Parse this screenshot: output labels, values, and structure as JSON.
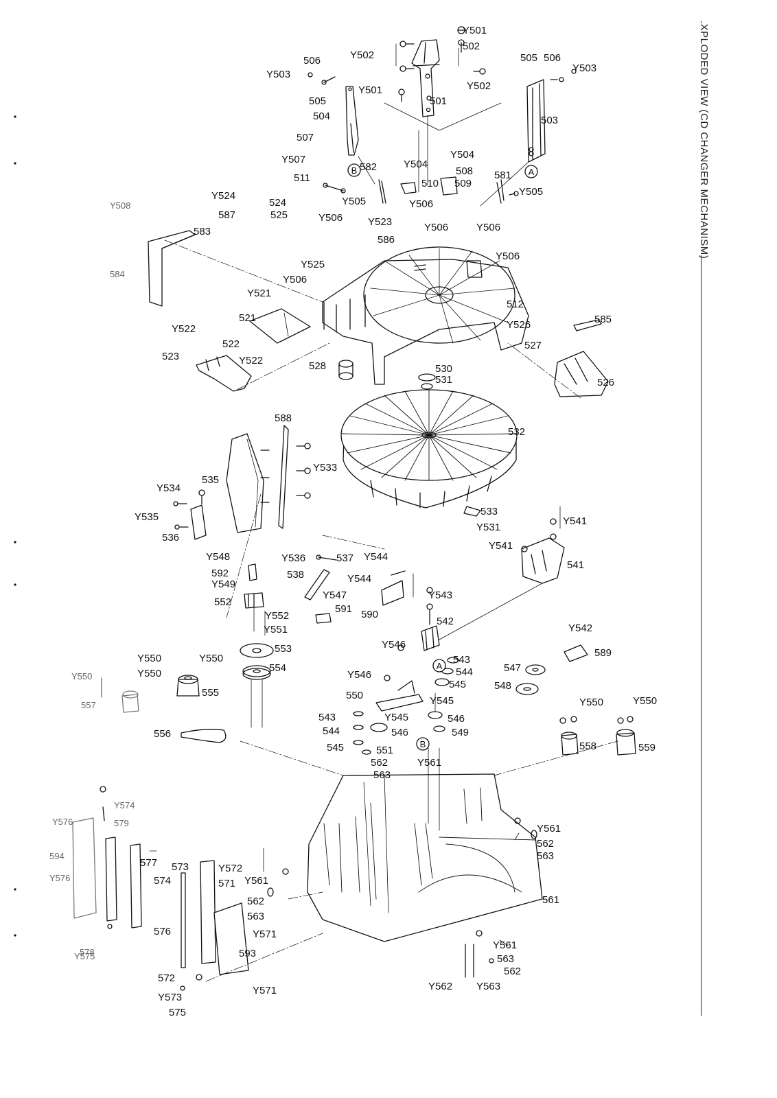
{
  "page": {
    "side_title": ".XPLODED VIEW (CD CHANGER MECHANISM)"
  },
  "callouts": [
    {
      "id": "c01",
      "text": "Y501"
    },
    {
      "id": "c02",
      "text": "Y502"
    },
    {
      "id": "c03",
      "text": "502"
    },
    {
      "id": "c04",
      "text": "506"
    },
    {
      "id": "c05",
      "text": "Y503"
    },
    {
      "id": "c06",
      "text": "505"
    },
    {
      "id": "c07",
      "text": "Y501"
    },
    {
      "id": "c08",
      "text": "Y502"
    },
    {
      "id": "c09",
      "text": "501"
    },
    {
      "id": "c10",
      "text": "504"
    },
    {
      "id": "c11",
      "text": "505"
    },
    {
      "id": "c12",
      "text": "506"
    },
    {
      "id": "c13",
      "text": "Y503"
    },
    {
      "id": "c14",
      "text": "503"
    },
    {
      "id": "c15",
      "text": "507"
    },
    {
      "id": "c16",
      "text": "Y507"
    },
    {
      "id": "c17",
      "text": "582"
    },
    {
      "id": "c18",
      "text": "Y504"
    },
    {
      "id": "c19",
      "text": "Y504"
    },
    {
      "id": "c20",
      "text": "508"
    },
    {
      "id": "c21",
      "text": "511"
    },
    {
      "id": "c22",
      "text": "510"
    },
    {
      "id": "c23",
      "text": "509"
    },
    {
      "id": "c24",
      "text": "581"
    },
    {
      "id": "c25",
      "text": "Y505"
    },
    {
      "id": "c26",
      "text": "Y505"
    },
    {
      "id": "c27",
      "text": "Y506"
    },
    {
      "id": "c28",
      "text": "Y524"
    },
    {
      "id": "c29",
      "text": "524"
    },
    {
      "id": "c30",
      "text": "525"
    },
    {
      "id": "c31",
      "text": "587"
    },
    {
      "id": "c32",
      "text": "Y508"
    },
    {
      "id": "c33",
      "text": "583"
    },
    {
      "id": "c34",
      "text": "Y506"
    },
    {
      "id": "c35",
      "text": "Y523"
    },
    {
      "id": "c36",
      "text": "586"
    },
    {
      "id": "c37",
      "text": "Y506"
    },
    {
      "id": "c38",
      "text": "Y506"
    },
    {
      "id": "c39",
      "text": "Y506"
    },
    {
      "id": "c40",
      "text": "Y525"
    },
    {
      "id": "c41",
      "text": "584"
    },
    {
      "id": "c42",
      "text": "Y506"
    },
    {
      "id": "c43",
      "text": "Y521"
    },
    {
      "id": "c44",
      "text": "512"
    },
    {
      "id": "c45",
      "text": "521"
    },
    {
      "id": "c46",
      "text": "Y526"
    },
    {
      "id": "c47",
      "text": "585"
    },
    {
      "id": "c48",
      "text": "Y522"
    },
    {
      "id": "c49",
      "text": "522"
    },
    {
      "id": "c50",
      "text": "527"
    },
    {
      "id": "c51",
      "text": "523"
    },
    {
      "id": "c52",
      "text": "Y522"
    },
    {
      "id": "c53",
      "text": "528"
    },
    {
      "id": "c54",
      "text": "530"
    },
    {
      "id": "c55",
      "text": "531"
    },
    {
      "id": "c56",
      "text": "526"
    },
    {
      "id": "c57",
      "text": "588"
    },
    {
      "id": "c58",
      "text": "532"
    },
    {
      "id": "c59",
      "text": "Y533"
    },
    {
      "id": "c60",
      "text": "535"
    },
    {
      "id": "c61",
      "text": "Y534"
    },
    {
      "id": "c62",
      "text": "Y535"
    },
    {
      "id": "c63",
      "text": "536"
    },
    {
      "id": "c64",
      "text": "533"
    },
    {
      "id": "c65",
      "text": "Y531"
    },
    {
      "id": "c66",
      "text": "Y541"
    },
    {
      "id": "c67",
      "text": "Y541"
    },
    {
      "id": "c68",
      "text": "541"
    },
    {
      "id": "c69",
      "text": "Y548"
    },
    {
      "id": "c70",
      "text": "Y536"
    },
    {
      "id": "c71",
      "text": "537"
    },
    {
      "id": "c72",
      "text": "Y544"
    },
    {
      "id": "c73",
      "text": "592"
    },
    {
      "id": "c74",
      "text": "Y549"
    },
    {
      "id": "c75",
      "text": "538"
    },
    {
      "id": "c76",
      "text": "Y544"
    },
    {
      "id": "c77",
      "text": "Y543"
    },
    {
      "id": "c78",
      "text": "Y547"
    },
    {
      "id": "c79",
      "text": "552"
    },
    {
      "id": "c80",
      "text": "591"
    },
    {
      "id": "c81",
      "text": "590"
    },
    {
      "id": "c82",
      "text": "Y552"
    },
    {
      "id": "c83",
      "text": "Y551"
    },
    {
      "id": "c84",
      "text": "542"
    },
    {
      "id": "c85",
      "text": "553"
    },
    {
      "id": "c86",
      "text": "Y542"
    },
    {
      "id": "c87",
      "text": "589"
    },
    {
      "id": "c88",
      "text": "Y550"
    },
    {
      "id": "c89",
      "text": "Y550"
    },
    {
      "id": "c90",
      "text": "554"
    },
    {
      "id": "c91",
      "text": "Y546"
    },
    {
      "id": "c92",
      "text": "543"
    },
    {
      "id": "c93",
      "text": "544"
    },
    {
      "id": "c94",
      "text": "547"
    },
    {
      "id": "c95",
      "text": "Y550"
    },
    {
      "id": "c96",
      "text": "Y550"
    },
    {
      "id": "c97",
      "text": "Y546"
    },
    {
      "id": "c98",
      "text": "545"
    },
    {
      "id": "c99",
      "text": "548"
    },
    {
      "id": "c100",
      "text": "555"
    },
    {
      "id": "c101",
      "text": "557"
    },
    {
      "id": "c102",
      "text": "550"
    },
    {
      "id": "c103",
      "text": "Y545"
    },
    {
      "id": "c104",
      "text": "Y550"
    },
    {
      "id": "c105",
      "text": "Y550"
    },
    {
      "id": "c106",
      "text": "543"
    },
    {
      "id": "c107",
      "text": "Y545"
    },
    {
      "id": "c108",
      "text": "546"
    },
    {
      "id": "c109",
      "text": "544"
    },
    {
      "id": "c110",
      "text": "546"
    },
    {
      "id": "c111",
      "text": "549"
    },
    {
      "id": "c112",
      "text": "556"
    },
    {
      "id": "c113",
      "text": "558"
    },
    {
      "id": "c114",
      "text": "559"
    },
    {
      "id": "c115",
      "text": "545"
    },
    {
      "id": "c116",
      "text": "551"
    },
    {
      "id": "c117",
      "text": "562"
    },
    {
      "id": "c118",
      "text": "Y561"
    },
    {
      "id": "c119",
      "text": "563"
    },
    {
      "id": "c120",
      "text": "Y574"
    },
    {
      "id": "c121",
      "text": "Y576"
    },
    {
      "id": "c122",
      "text": "579"
    },
    {
      "id": "c123",
      "text": "Y561"
    },
    {
      "id": "c124",
      "text": "562"
    },
    {
      "id": "c125",
      "text": "563"
    },
    {
      "id": "c126",
      "text": "594"
    },
    {
      "id": "c127",
      "text": "577"
    },
    {
      "id": "c128",
      "text": "Y576"
    },
    {
      "id": "c129",
      "text": "574"
    },
    {
      "id": "c130",
      "text": "573"
    },
    {
      "id": "c131",
      "text": "Y572"
    },
    {
      "id": "c132",
      "text": "Y561"
    },
    {
      "id": "c133",
      "text": "571"
    },
    {
      "id": "c134",
      "text": "562"
    },
    {
      "id": "c135",
      "text": "561"
    },
    {
      "id": "c136",
      "text": "563"
    },
    {
      "id": "c137",
      "text": "576"
    },
    {
      "id": "c138",
      "text": "Y571"
    },
    {
      "id": "c139",
      "text": "578"
    },
    {
      "id": "c140",
      "text": "593"
    },
    {
      "id": "c141",
      "text": "Y561"
    },
    {
      "id": "c142",
      "text": "Y575"
    },
    {
      "id": "c143",
      "text": "563"
    },
    {
      "id": "c144",
      "text": "562"
    },
    {
      "id": "c145",
      "text": "572"
    },
    {
      "id": "c146",
      "text": "Y571"
    },
    {
      "id": "c147",
      "text": "Y562"
    },
    {
      "id": "c148",
      "text": "Y563"
    },
    {
      "id": "c149",
      "text": "Y573"
    },
    {
      "id": "c150",
      "text": "575"
    }
  ],
  "reference_marks": [
    {
      "id": "ra1",
      "text": "B"
    },
    {
      "id": "ra2",
      "text": "A"
    },
    {
      "id": "ra3",
      "text": "A"
    },
    {
      "id": "ra4",
      "text": "B"
    }
  ]
}
